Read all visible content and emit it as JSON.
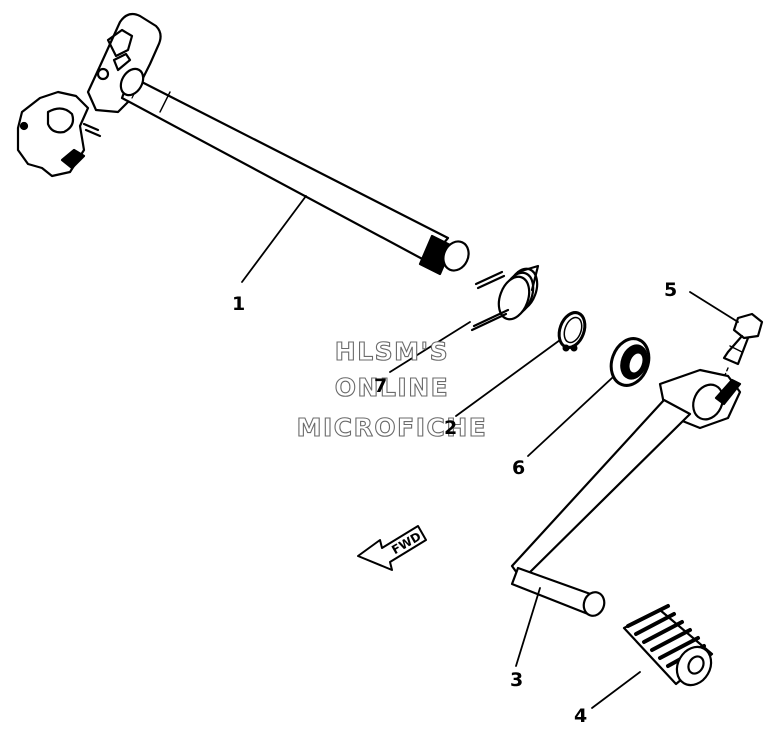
{
  "parts": [
    {
      "id": "part-1",
      "label": "1"
    },
    {
      "id": "part-7",
      "label": "7"
    },
    {
      "id": "part-2",
      "label": "2"
    },
    {
      "id": "part-6",
      "label": "6"
    },
    {
      "id": "part-5",
      "label": "5"
    },
    {
      "id": "part-3",
      "label": "3"
    },
    {
      "id": "part-4",
      "label": "4"
    }
  ],
  "direction_arrow": {
    "label": "FWD"
  },
  "watermark": {
    "line1": "HLSM'S",
    "line2": "ONLINE",
    "line3": "MICROFICHE"
  }
}
